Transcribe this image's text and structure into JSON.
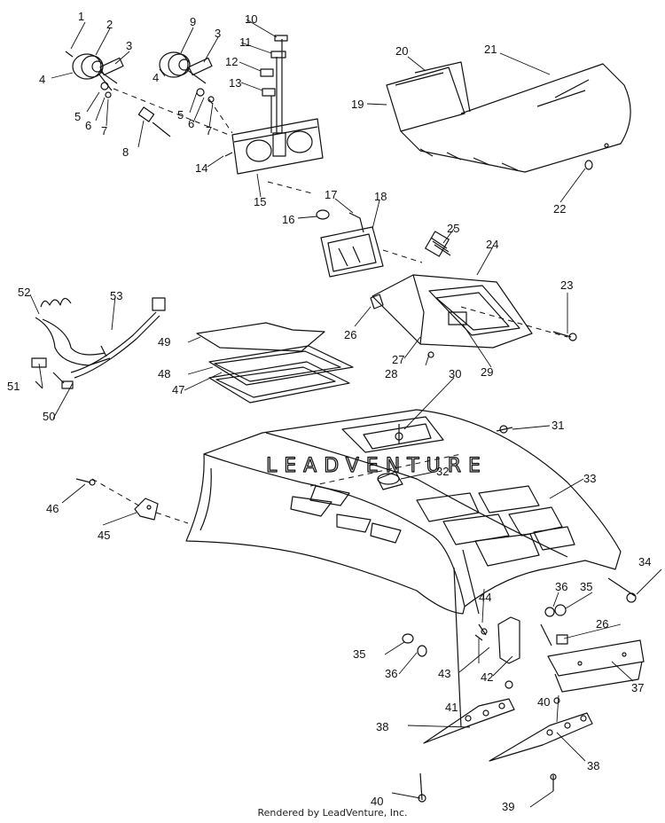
{
  "callouts": [
    "1",
    "2",
    "3",
    "3",
    "4",
    "4",
    "5",
    "5",
    "6",
    "6",
    "7",
    "7",
    "8",
    "9",
    "10",
    "11",
    "12",
    "13",
    "14",
    "15",
    "16",
    "17",
    "18",
    "19",
    "20",
    "21",
    "22",
    "23",
    "24",
    "25",
    "26",
    "26",
    "27",
    "28",
    "29",
    "30",
    "31",
    "32",
    "33",
    "34",
    "35",
    "35",
    "36",
    "36",
    "37",
    "38",
    "38",
    "39",
    "40",
    "40",
    "41",
    "42",
    "43",
    "44",
    "45",
    "46",
    "47",
    "48",
    "49",
    "50",
    "51",
    "52",
    "53"
  ],
  "watermark": "LEADVENTURE",
  "footer": "Rendered by LeadVenture, Inc."
}
